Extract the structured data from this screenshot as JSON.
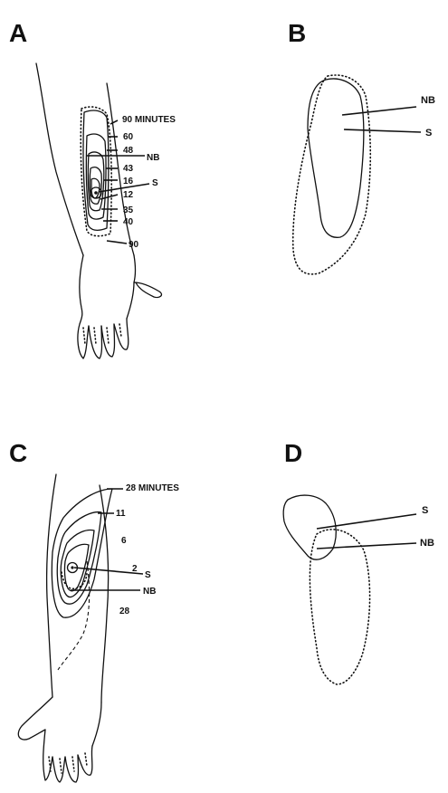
{
  "panels": {
    "a": {
      "letter": "A",
      "labels": {
        "top_time": "90 MINUTES",
        "t60": "60",
        "t48": "48",
        "nb": "NB",
        "t43": "43",
        "t16": "16",
        "s": "S",
        "t12": "12",
        "t35": "35",
        "t40": "40",
        "t90": "90"
      }
    },
    "b": {
      "letter": "B",
      "labels": {
        "nb": "NB",
        "s": "S"
      }
    },
    "c": {
      "letter": "C",
      "labels": {
        "top_time": "28 MINUTES",
        "t11": "11",
        "t6": "6",
        "t2": "2",
        "s": "S",
        "nb": "NB",
        "t28": "28"
      }
    },
    "d": {
      "letter": "D",
      "labels": {
        "s": "S",
        "nb": "NB"
      }
    }
  }
}
